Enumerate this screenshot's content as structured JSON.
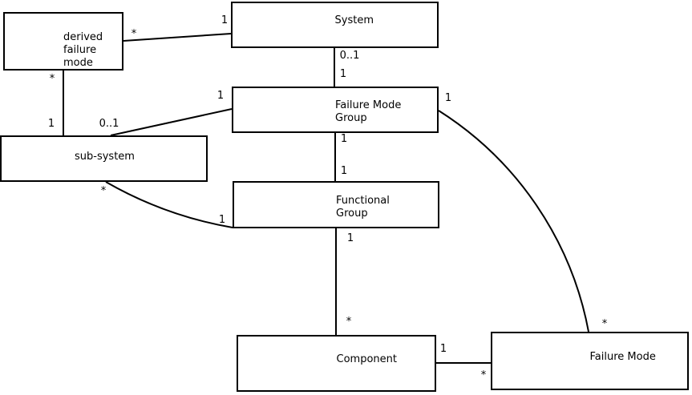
{
  "diagram": {
    "title": "failure-mode class relationship diagram",
    "background_color": "#ffffff",
    "line_color": "#000000",
    "nodes": {
      "derived_failure_mode": {
        "label": "derived\nfailure\nmode"
      },
      "system": {
        "label": "System"
      },
      "failure_mode_group": {
        "label": "Failure Mode\nGroup"
      },
      "sub_system": {
        "label": "sub-system"
      },
      "functional_group": {
        "label": "Functional\nGroup"
      },
      "component": {
        "label": "Component"
      },
      "failure_mode": {
        "label": "Failure Mode"
      }
    },
    "edges": {
      "system__derived_failure_mode": {
        "system_end": "1",
        "derived_end": "*"
      },
      "derived_failure_mode__sub_system": {
        "derived_end": "*",
        "sub_system_end": "1"
      },
      "system__failure_mode_group": {
        "system_end": "0..1",
        "group_end": "1"
      },
      "failure_mode_group__sub_system": {
        "group_end": "1",
        "sub_system_end": "0..1"
      },
      "failure_mode_group__functional_group": {
        "group_end": "1",
        "functional_end": "1"
      },
      "functional_group__component": {
        "functional_end": "1",
        "component_end": "*"
      },
      "sub_system__functional_group": {
        "sub_system_end": "*",
        "functional_end": "1"
      },
      "component__failure_mode": {
        "component_end": "1",
        "failure_mode_end": "*"
      },
      "failure_mode_group__failure_mode": {
        "group_end": "1",
        "failure_mode_end": "*"
      }
    }
  }
}
